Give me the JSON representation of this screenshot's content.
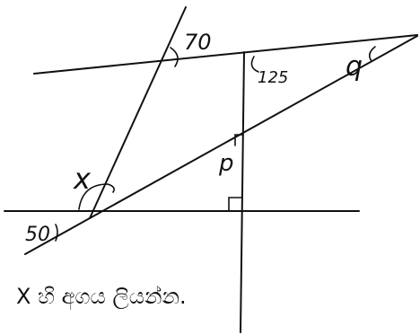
{
  "diagram": {
    "angle_labels": {
      "top": "70",
      "right_upper": "125",
      "q": "q",
      "p": "p",
      "x": "x",
      "bottom_left": "50"
    }
  },
  "caption": "X හි අගය ලියන්න."
}
